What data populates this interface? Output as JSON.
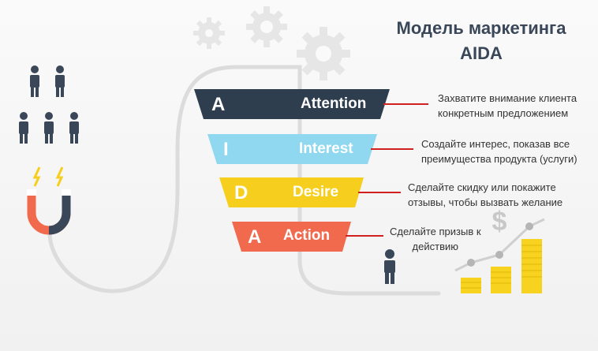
{
  "title": {
    "line1": "Модель маркетинга",
    "line2": "AIDA"
  },
  "stages": [
    {
      "letter": "A",
      "word": "Attention",
      "color": "#2f3e4e",
      "desc_line1": "Захватите внимание клиента",
      "desc_line2": "конкретным предложением"
    },
    {
      "letter": "I",
      "word": "Interest",
      "color": "#8fd8f0",
      "desc_line1": "Создайте интерес, показав все",
      "desc_line2": "преимущества продукта (услуги)"
    },
    {
      "letter": "D",
      "word": "Desire",
      "color": "#f6cf1e",
      "desc_line1": "Сделайте скидку или покажите",
      "desc_line2": "отзывы, чтобы вызвать желание"
    },
    {
      "letter": "A",
      "word": "Action",
      "color": "#f26a4e",
      "desc_line1": "Сделайте призыв к",
      "desc_line2": "действию"
    }
  ],
  "colors": {
    "connector": "#d02020",
    "gear": "#e6e6e6",
    "person": "#3a4758",
    "coin": "#f7d21e",
    "path": "#dcdcdc"
  },
  "icons": [
    "gear-icon",
    "people-icon",
    "magnet-icon",
    "person-icon",
    "dollar-icon",
    "growth-chart-icon"
  ]
}
